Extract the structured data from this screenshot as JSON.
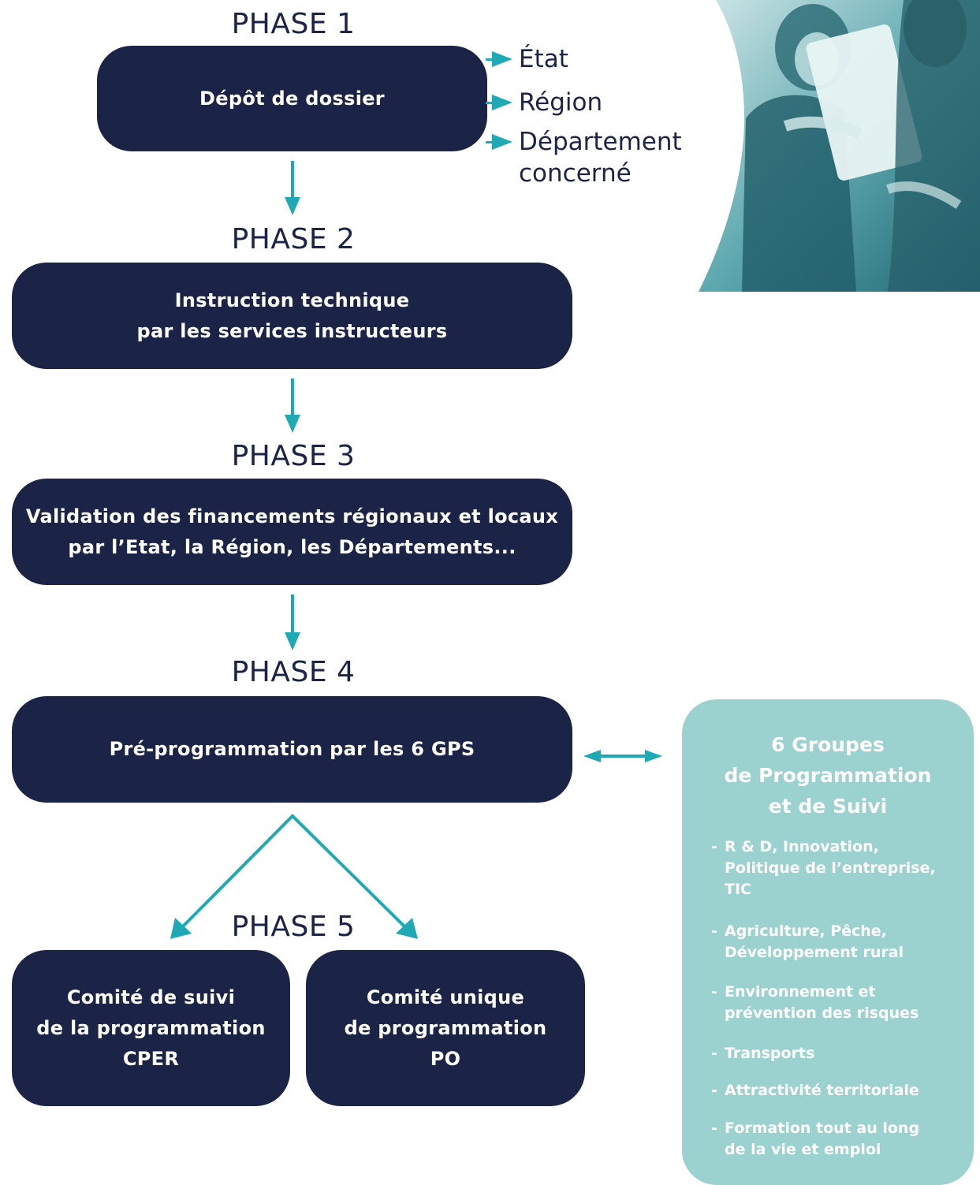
{
  "phases": [
    {
      "title": "PHASE 1",
      "lines": [
        "Dépôt de dossier"
      ]
    },
    {
      "title": "PHASE 2",
      "lines": [
        "Instruction technique",
        "par les services instructeurs"
      ]
    },
    {
      "title": "PHASE 3",
      "lines": [
        "Validation des financements régionaux et locaux",
        "par l’Etat, la Région, les Départements..."
      ]
    },
    {
      "title": "PHASE 4",
      "lines": [
        "Pré-programmation par les 6 GPS"
      ]
    },
    {
      "title": "PHASE 5"
    }
  ],
  "phase5_boxes": [
    {
      "lines": [
        "Comité de suivi",
        "de la programmation",
        "CPER"
      ]
    },
    {
      "lines": [
        "Comité unique",
        "de programmation",
        "PO"
      ]
    }
  ],
  "destinations": [
    {
      "lines": [
        "État"
      ]
    },
    {
      "lines": [
        "Région"
      ]
    },
    {
      "lines": [
        "Département",
        "concerné"
      ]
    }
  ],
  "gps_panel": {
    "title_lines": [
      "6 Groupes",
      "de Programmation",
      "et de Suivi"
    ],
    "items": [
      {
        "lines": [
          "R & D, Innovation,",
          "Politique de l’entreprise,",
          "TIC"
        ]
      },
      {
        "lines": [
          "Agriculture, Pêche,",
          "Développement rural"
        ]
      },
      {
        "lines": [
          "Environnement et",
          "prévention des risques"
        ]
      },
      {
        "lines": [
          "Transports"
        ]
      },
      {
        "lines": [
          "Attractivité territoriale"
        ]
      },
      {
        "lines": [
          "Formation tout au long",
          "de la vie et emploi"
        ]
      }
    ],
    "bullet": "-"
  },
  "colors": {
    "box": "#1b2447",
    "arrow": "#1fa9b5",
    "panel": "#9bd1cf",
    "photo": "#3f8f99"
  }
}
